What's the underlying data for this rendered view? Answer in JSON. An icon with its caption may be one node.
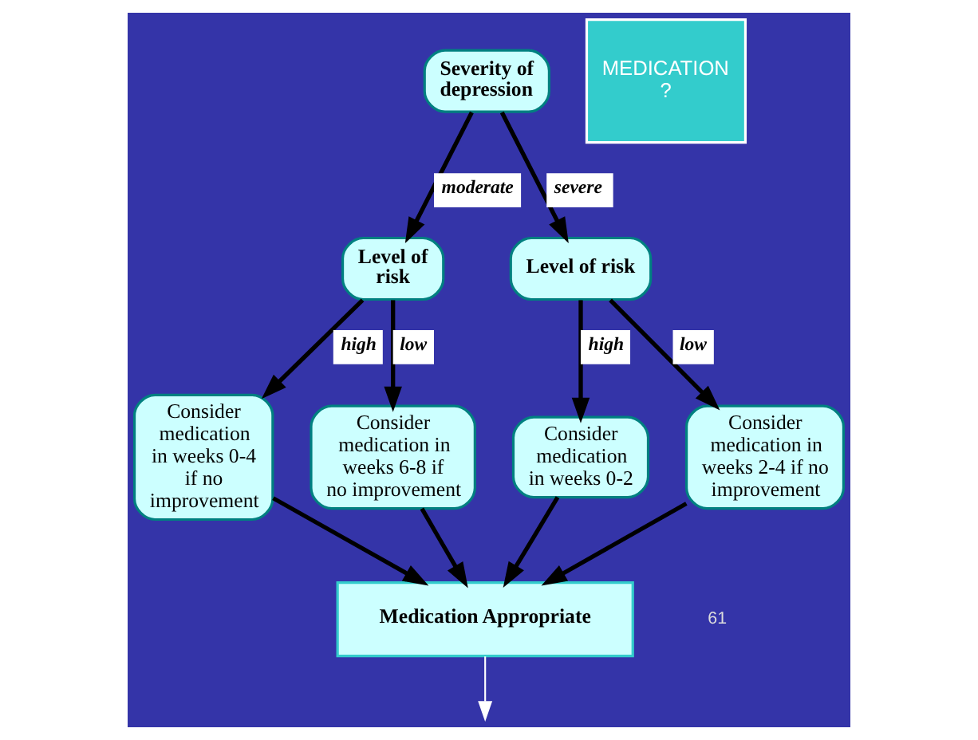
{
  "diagram": {
    "nodes": [
      {
        "text": [
          "Severity of depression"
        ]
      },
      {
        "text": [
          "Level of risk"
        ]
      },
      {
        "text": [
          "Level of risk"
        ]
      },
      {
        "text": [
          "Consider medication in weeks 0-4 if no improvement"
        ]
      },
      {
        "text": [
          "Consider medication in weeks 6-8 if no improvement"
        ]
      },
      {
        "text": [
          "Consider medication in weeks 0-2"
        ]
      },
      {
        "text": [
          "Consider medication in weeks 2-4 if no improvement"
        ]
      },
      {
        "text": [
          "Medication Appropriate"
        ]
      },
      {
        "text": [
          "MEDICATION ?"
        ]
      }
    ],
    "edges": [
      {
        "from": 0,
        "to": 1,
        "arrow": "to",
        "label": "moderate"
      },
      {
        "from": 0,
        "to": 2,
        "arrow": "to",
        "label": "severe"
      },
      {
        "from": 1,
        "to": 3,
        "arrow": "to",
        "label": "high"
      },
      {
        "from": 1,
        "to": 4,
        "arrow": "to",
        "label": "low"
      },
      {
        "from": 2,
        "to": 5,
        "arrow": "to",
        "label": "high"
      },
      {
        "from": 2,
        "to": 6,
        "arrow": "to",
        "label": "low"
      },
      {
        "from": 3,
        "to": 7,
        "arrow": "to"
      },
      {
        "from": 4,
        "to": 7,
        "arrow": "to"
      },
      {
        "from": 5,
        "to": 7,
        "arrow": "to"
      },
      {
        "from": 6,
        "to": 7,
        "arrow": "to"
      },
      {
        "from": 7,
        "to": null,
        "arrow": "to",
        "color": "#ffffff"
      }
    ],
    "labels": [
      "61"
    ]
  }
}
